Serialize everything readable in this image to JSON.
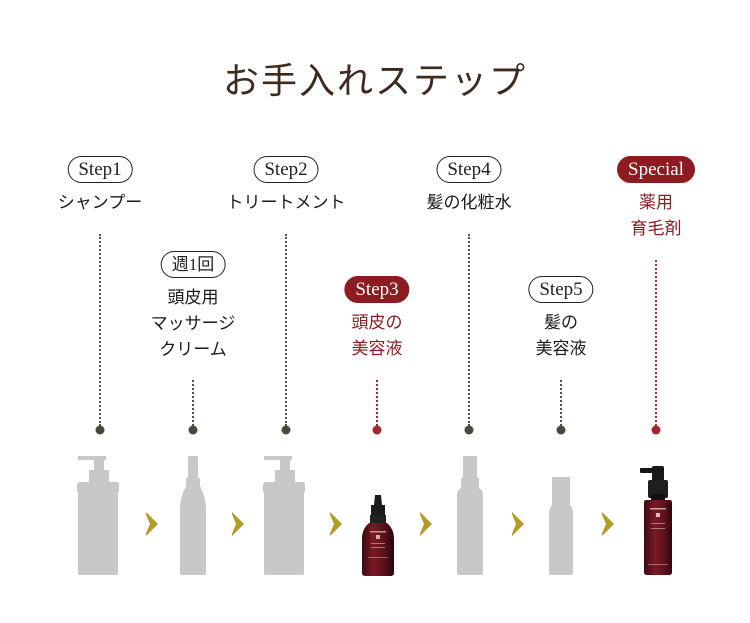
{
  "title": "お手入れステップ",
  "colors": {
    "accent_red": "#8c1c22",
    "text_dark": "#1a1a1a",
    "title_brown": "#3e2a1e",
    "arrow_gold": "#b59a24",
    "placeholder_gray": "#c8c8c8",
    "dot_dark": "#4c473c"
  },
  "steps": [
    {
      "badge": "Step1",
      "label": "シャンプー",
      "highlight": false
    },
    {
      "badge": "週1回",
      "label": "頭皮用\nマッサージ\nクリーム",
      "highlight": false
    },
    {
      "badge": "Step2",
      "label": "トリートメント",
      "highlight": false
    },
    {
      "badge": "Step3",
      "label": "頭皮の\n美容液",
      "highlight": true
    },
    {
      "badge": "Step4",
      "label": "髪の化粧水",
      "highlight": false
    },
    {
      "badge": "Step5",
      "label": "髪の\n美容液",
      "highlight": false
    },
    {
      "badge": "Special",
      "label": "薬用\n育毛剤",
      "highlight": true
    }
  ],
  "products": [
    {
      "name": "shampoo-pump-bottle",
      "type": "placeholder"
    },
    {
      "name": "massage-cream-bottle",
      "type": "placeholder"
    },
    {
      "name": "treatment-pump-bottle",
      "type": "placeholder"
    },
    {
      "name": "scalp-serum-dropper-bottle",
      "type": "product"
    },
    {
      "name": "hair-lotion-spray-bottle",
      "type": "placeholder"
    },
    {
      "name": "hair-serum-bottle",
      "type": "placeholder"
    },
    {
      "name": "medicated-hair-tonic-bottle",
      "type": "product"
    }
  ],
  "icons": {
    "arrow": "chevron-right",
    "connector": "dotted-line-with-dot"
  }
}
